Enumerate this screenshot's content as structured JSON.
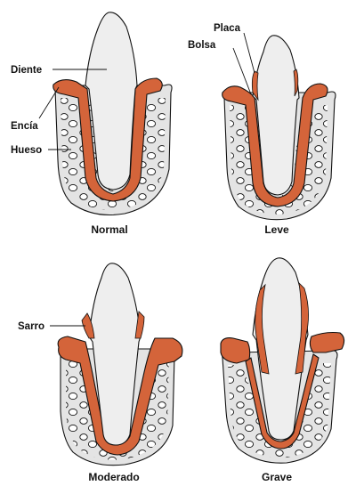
{
  "diagram": {
    "stages": [
      {
        "id": "normal",
        "caption": "Normal"
      },
      {
        "id": "leve",
        "caption": "Leve"
      },
      {
        "id": "moderado",
        "caption": "Moderado"
      },
      {
        "id": "grave",
        "caption": "Grave"
      }
    ],
    "labels": {
      "diente": "Diente",
      "encia": "Encía",
      "hueso": "Hueso",
      "placa": "Placa",
      "bolsa": "Bolsa",
      "sarro": "Sarro"
    },
    "colors": {
      "gum": "#d4643a",
      "bone": "#e4e4e4",
      "tooth": "#eeeeee",
      "outline": "#111111"
    }
  }
}
